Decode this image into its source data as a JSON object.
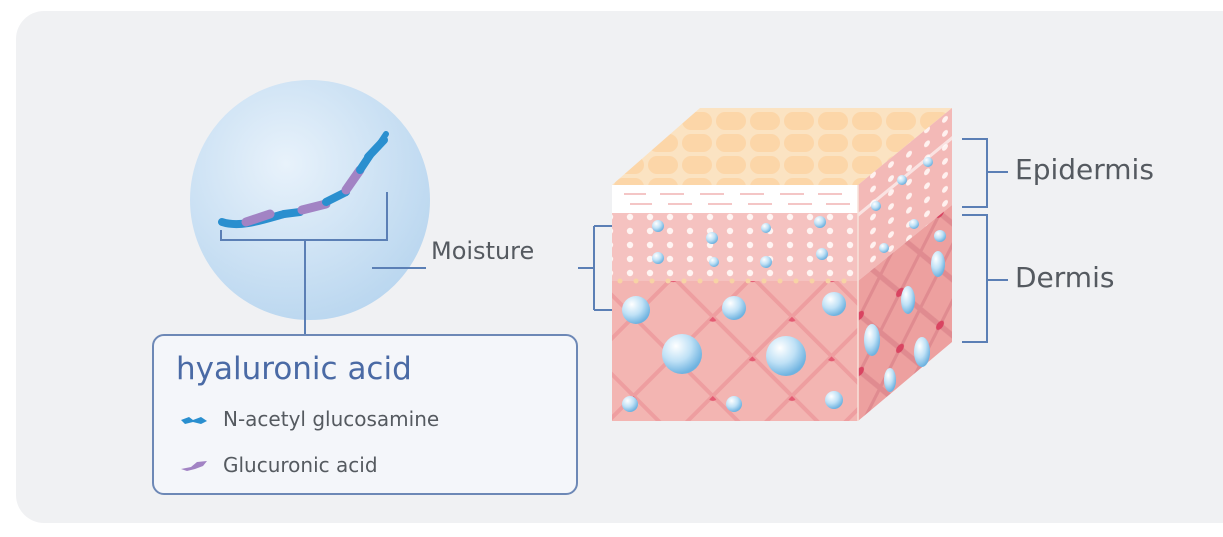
{
  "labels": {
    "moisture": "Moisture",
    "epidermis": "Epidermis",
    "dermis": "Dermis"
  },
  "legend": {
    "title": "hyaluronic acid",
    "items": [
      {
        "label": "N-acetyl glucosamine",
        "color": "#2a8fcf"
      },
      {
        "label": "Glucuronic acid",
        "color": "#a283c4"
      }
    ]
  },
  "colors": {
    "panel": "#f0f1f3",
    "line": "#5b7fb5",
    "sphere": "#cfe2f3",
    "skin_top": "#fad9b0",
    "epidermis": "#f6c8c6",
    "dermis": "#f0a8a8",
    "water": "#9fd0ef"
  }
}
